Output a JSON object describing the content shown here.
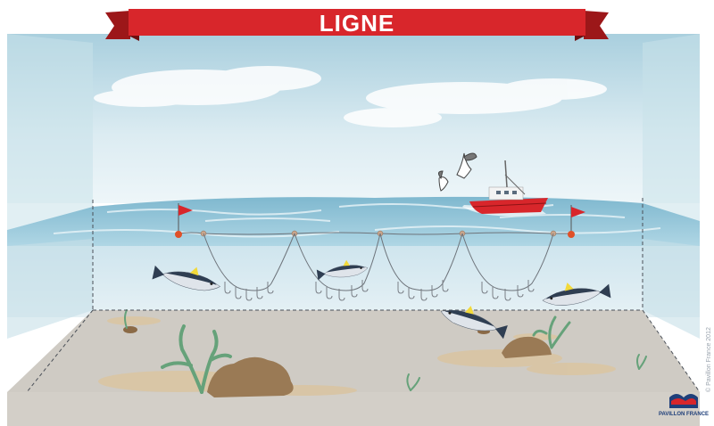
{
  "title": "LIGNE",
  "credit": "© Pavillon France 2012",
  "logo": {
    "text": "PAVILLON FRANCE",
    "colors": [
      "#1f3f7a",
      "#d8262b"
    ]
  },
  "colors": {
    "banner": "#d8262b",
    "banner_dark": "#9c1719",
    "sky": "#dfeef4",
    "sea_surface": "#8fc3d8",
    "water": "#d7eaf1",
    "seabed": "#cfcbc4",
    "fish_back": "#2f3e52",
    "fish_fin": "#f2d93a",
    "flag": "#d8262b",
    "seaweed": "#66a27a"
  },
  "icons": [
    "boat-icon",
    "seagull-icon",
    "flag-icon",
    "fish-icon",
    "seaweed-icon",
    "hook-icon"
  ]
}
